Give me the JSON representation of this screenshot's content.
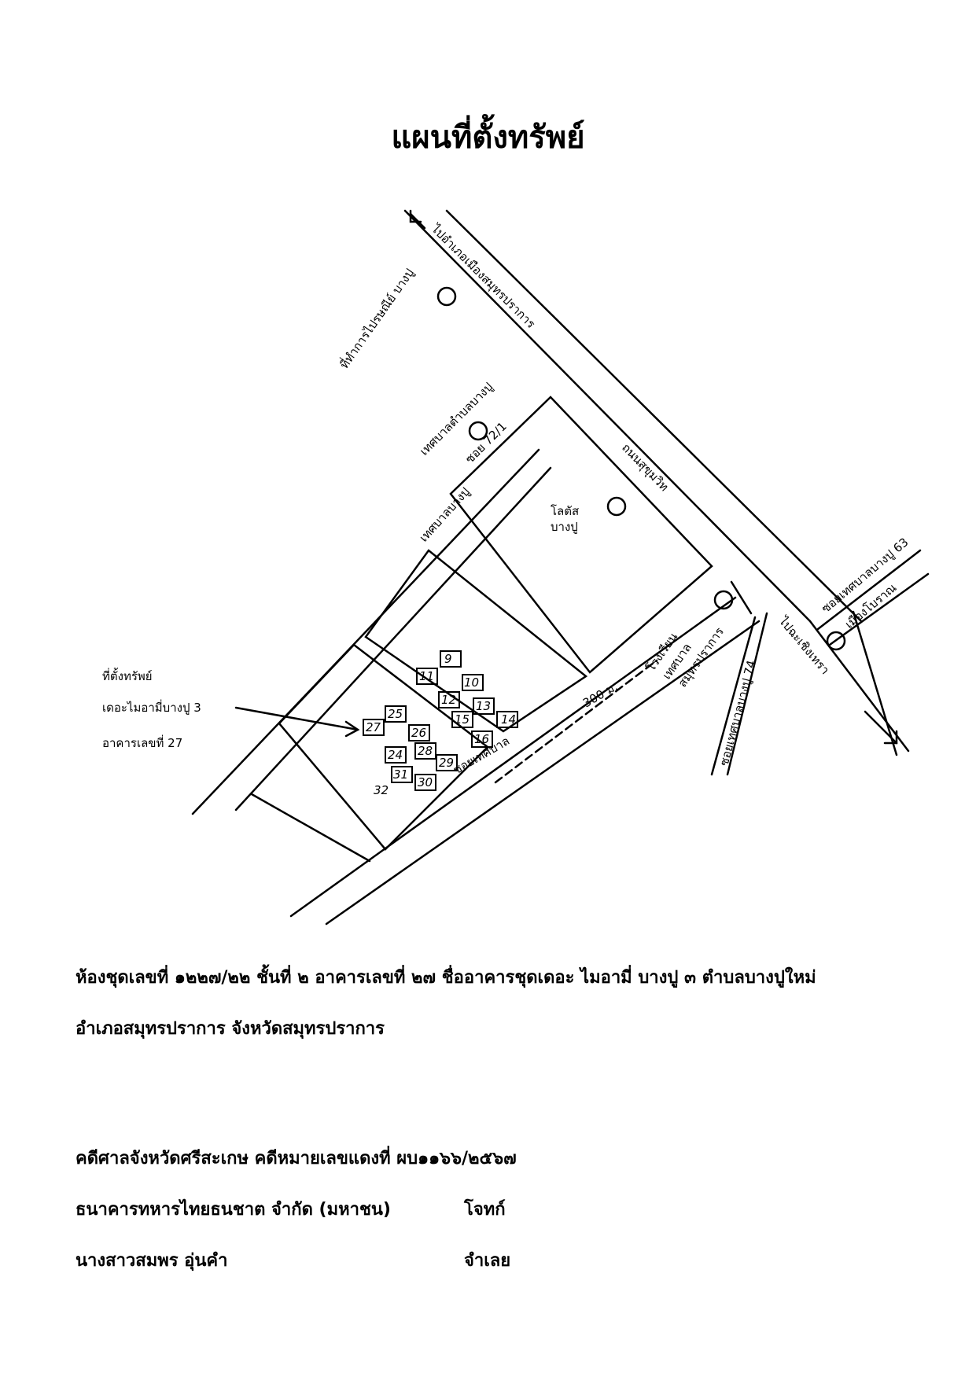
{
  "title": "แผนที่ตั้งทรัพย์",
  "map": {
    "labels": {
      "to_samut_prakan": "ไปอำเภอเมืองสมุทรปราการ",
      "post_office": "ที่ทำการไปรษณีย์ บางปู",
      "municipal_office": "เทศบาลตำบลบางปู",
      "soi_72_1": "ซอย 72/1",
      "municipal_soi": "เทศบาลบางปู",
      "sukhumvit": "ถนนสุขุมวิท",
      "tesco_1": "โลตัส",
      "tesco_2": "บางปู",
      "bang_pu_63": "ซอยเทศบาลบางปู 63",
      "muang_boran": "เมืองโบราณ",
      "to_chachoengsao": "ไปฉะเชิงเทรา",
      "soi_74": "ซอยเทศบาลบางปู 74",
      "school_1": "โรงเรียน",
      "school_2": "เทศบาล",
      "school_3": "สมุทรปราการ",
      "distance": "300 ม.",
      "soi_name": "ซอยเทศบาล",
      "property_1": "ที่ตั้งทรัพย์",
      "property_2": "เดอะไมอามี่บางปู 3",
      "property_3": "อาคารเลขที่ 27"
    },
    "buildings": [
      "9",
      "10",
      "11",
      "12",
      "13",
      "14",
      "15",
      "16",
      "24",
      "25",
      "26",
      "27",
      "28",
      "29",
      "30",
      "31",
      "32"
    ]
  },
  "address": {
    "line1": "ห้องชุดเลขที่ ๑๒๒๗/๒๒ ชั้นที่ ๒ อาคารเลขที่ ๒๗ ชื่ออาคารชุดเดอะ ไมอามี่ บางปู ๓ ตำบลบางปูใหม่",
    "line2": "อำเภอสมุทรปราการ จังหวัดสมุทรปราการ"
  },
  "case": {
    "line": "คดีศาลจังหวัดศรีสะเกษ คดีหมายเลขแดงที่  ผบ๑๑๖๖/๒๕๖๗",
    "plaintiff": "ธนาคารทหารไทยธนชาต จำกัด (มหาชน)",
    "plaintiff_role": "โจทก์",
    "defendant": "นางสาวสมพร อุ่นคำ",
    "defendant_role": "จำเลย"
  }
}
